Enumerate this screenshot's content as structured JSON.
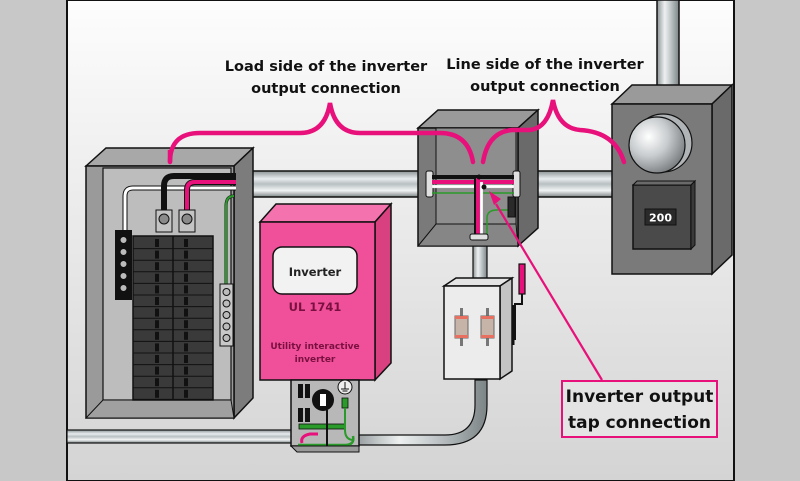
{
  "diagram": {
    "title": "Inverter output tap connection wiring",
    "labels": {
      "load_side_line1": "Load side of the inverter",
      "load_side_line2": "output connection",
      "line_side_line1": "Line side of the inverter",
      "line_side_line2": "output connection",
      "tap_line1": "Inverter output",
      "tap_line2": "tap connection"
    },
    "inverter": {
      "display_text": "Inverter",
      "listing": "UL 1741",
      "description_line1": "Utility interactive",
      "description_line2": "inverter"
    },
    "meter": {
      "main_breaker_rating": "200"
    },
    "colors": {
      "accent_magenta": "#e8107a",
      "inverter_body": "#f0509a",
      "enclosure_gray": "#7a7a7a",
      "background_canvas": "#f4f4f4",
      "letterbox": "#c8c8c8",
      "ground_wire": "#2a9a2a",
      "neutral_wire": "#ffffff",
      "hot_wire_black": "#111111",
      "hot_wire_red": "#e8107a"
    }
  }
}
